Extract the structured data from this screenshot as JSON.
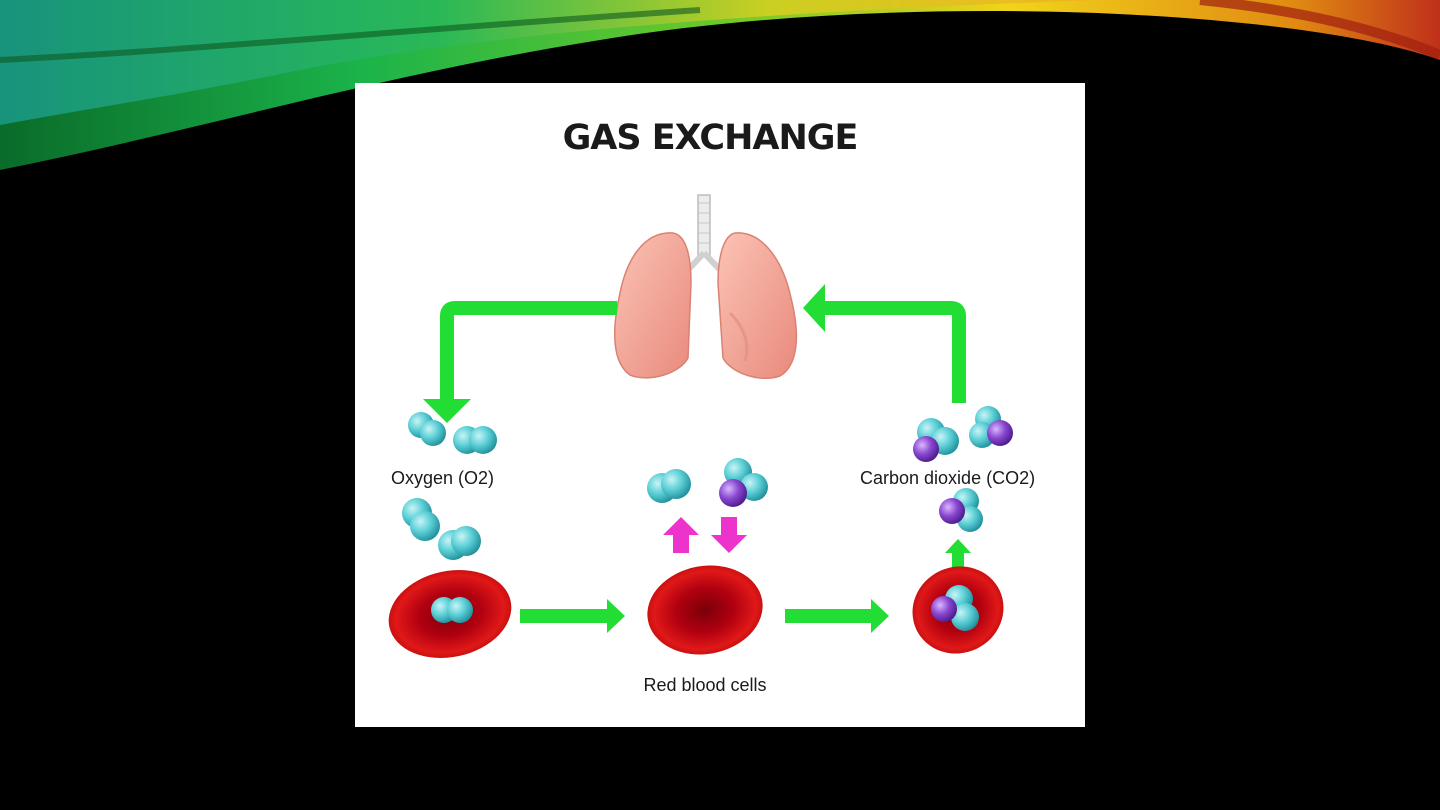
{
  "diagram": {
    "title": "GAS EXCHANGE",
    "labels": {
      "oxygen": "Oxygen (O2)",
      "carbon_dioxide": "Carbon dioxide (CO2)",
      "red_blood_cells": "Red blood cells"
    }
  },
  "colors": {
    "arrow_green": "#22dd33",
    "arrow_pink": "#ee33cc",
    "oxygen_cyan": "#5ccfd6",
    "carbon_purple": "#8a48d0",
    "cell_red": "#d41414",
    "lung_pink": "#f4a899"
  }
}
